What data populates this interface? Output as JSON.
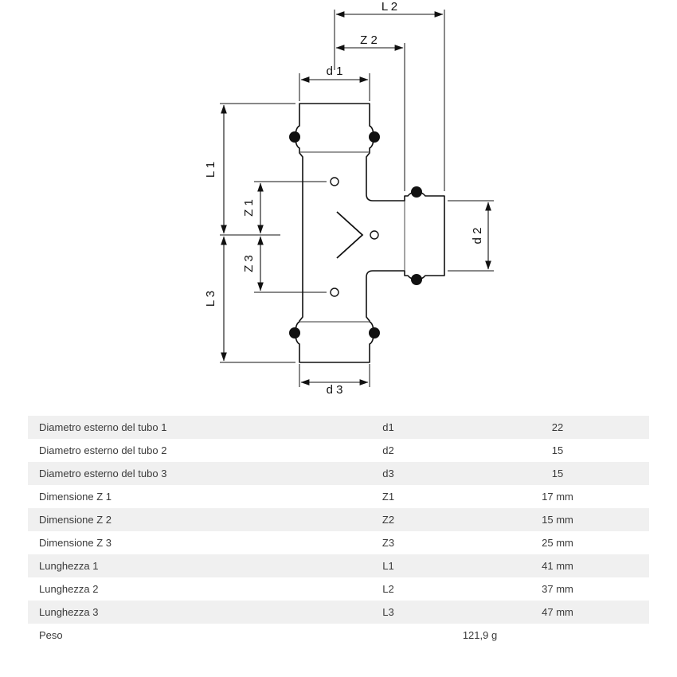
{
  "diagram": {
    "labels": {
      "L1": "L 1",
      "L2": "L 2",
      "L3": "L 3",
      "Z1": "Z 1",
      "Z2": "Z 2",
      "Z3": "Z 3",
      "d1": "d 1",
      "d2": "d 2",
      "d3": "d 3"
    }
  },
  "table": {
    "rows": [
      {
        "label": "Diametro esterno del tubo 1",
        "symbol": "d1",
        "value": "22"
      },
      {
        "label": "Diametro esterno del tubo 2",
        "symbol": "d2",
        "value": "15"
      },
      {
        "label": "Diametro esterno del tubo 3",
        "symbol": "d3",
        "value": "15"
      },
      {
        "label": "Dimensione Z 1",
        "symbol": "Z1",
        "value": "17 mm"
      },
      {
        "label": "Dimensione Z 2",
        "symbol": "Z2",
        "value": "15 mm"
      },
      {
        "label": "Dimensione Z 3",
        "symbol": "Z3",
        "value": "25 mm"
      },
      {
        "label": "Lunghezza 1",
        "symbol": "L1",
        "value": "41 mm"
      },
      {
        "label": "Lunghezza 2",
        "symbol": "L2",
        "value": "37 mm"
      },
      {
        "label": "Lunghezza 3",
        "symbol": "L3",
        "value": "47 mm"
      },
      {
        "label": "Peso",
        "symbol": "",
        "value": "121,9 g"
      }
    ]
  }
}
